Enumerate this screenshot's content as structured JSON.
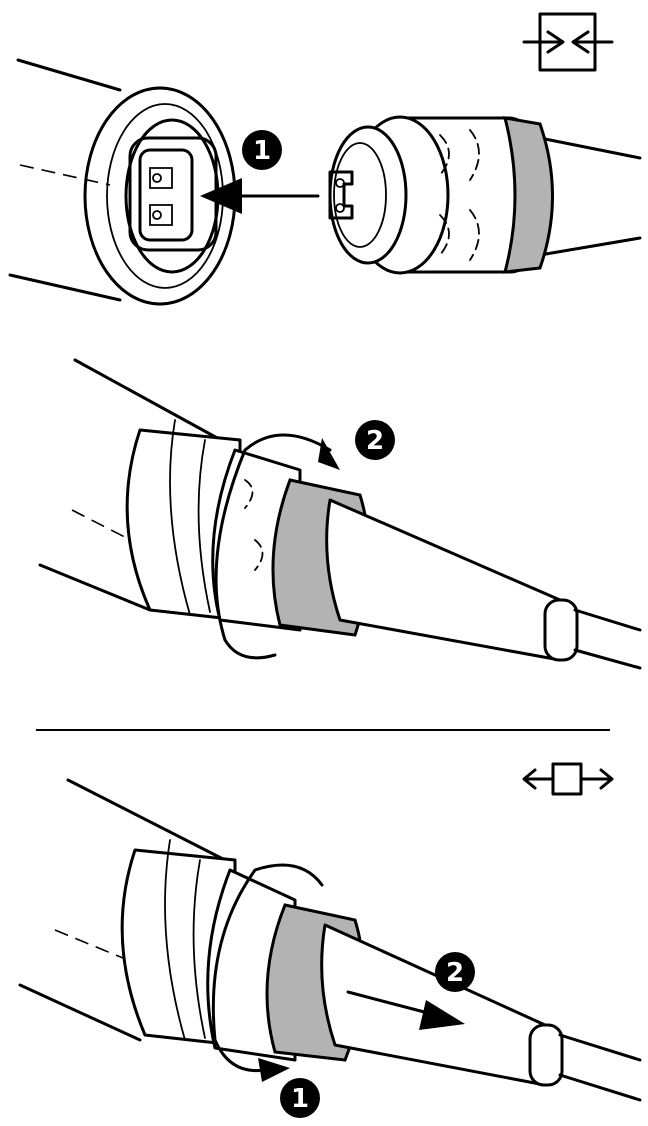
{
  "panels": {
    "connect": {
      "steps": [
        {
          "label": "1"
        },
        {
          "label": "2"
        }
      ]
    },
    "disconnect": {
      "steps": [
        {
          "label": "2"
        },
        {
          "label": "1"
        }
      ]
    }
  },
  "colors": {
    "line": "#000000",
    "ring": "#b3b3b3",
    "background": "#ffffff"
  },
  "icons": {
    "connect": "connect-arrows-icon",
    "disconnect": "disconnect-arrows-icon"
  }
}
